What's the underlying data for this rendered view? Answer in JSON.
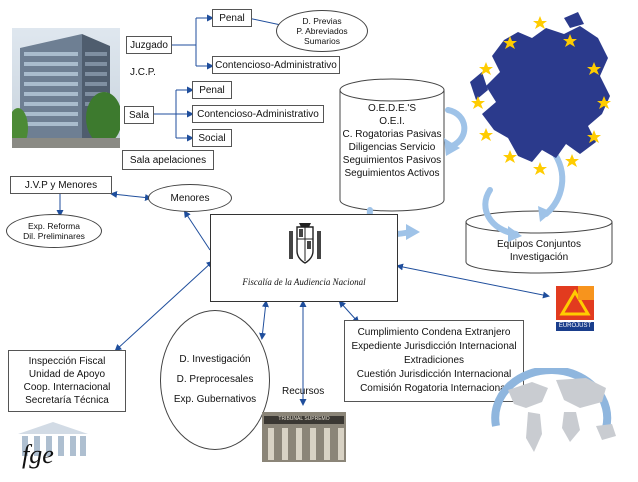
{
  "nodes": {
    "juzgado": "Juzgado",
    "jcp": "J.C.P.",
    "penal_1": "Penal",
    "d_previas": [
      "D. Previas",
      "P. Abreviados",
      "Sumarios"
    ],
    "contencioso_1": "Contencioso-Administrativo",
    "sala": "Sala",
    "penal_2": "Penal",
    "contencioso_2": "Contencioso-Administrativo",
    "social": "Social",
    "sala_apelaciones": "Sala apelaciones",
    "jvp_menores": "J.V.P y Menores",
    "menores": "Menores",
    "exp_reforma": [
      "Exp. Reforma",
      "Dil. Preliminares"
    ],
    "oedes": [
      "O.E.D.E.'S",
      "O.E.I.",
      "C. Rogatorias Pasivas",
      "Diligencias Servicio",
      "Seguimientos Pasivos",
      "Seguimientos Activos"
    ],
    "equipos": [
      "Equipos Conjuntos",
      "Investigación"
    ],
    "fiscalia": "Fiscalía de la Audiencia Nacional",
    "inspeccion": [
      "Inspección Fiscal",
      "Unidad de Apoyo",
      "Coop. Internacional",
      "Secretaría Técnica"
    ],
    "investigacion": [
      "D. Investigación",
      "D. Preprocesales",
      "Exp. Gubernativos"
    ],
    "recursos": "Recursos",
    "cumplimiento": [
      "Cumplimiento Condena Extranjero",
      "Expediente Jurisdicción Internacional",
      "Extradiciones",
      "Cuestión Jurisdicción Internacional",
      "Comisión Rogatoria Internacional"
    ],
    "fge_logo": "fge",
    "eurojust_logo": "EUROJUST",
    "tribunal_inscription": "TRIBUNAL SUPREMO"
  },
  "colors": {
    "connector": "#1f4e9c",
    "eu_blue": "#2b3a8c",
    "star": "#ffcc00",
    "arrow_light": "#9fc3e8"
  }
}
